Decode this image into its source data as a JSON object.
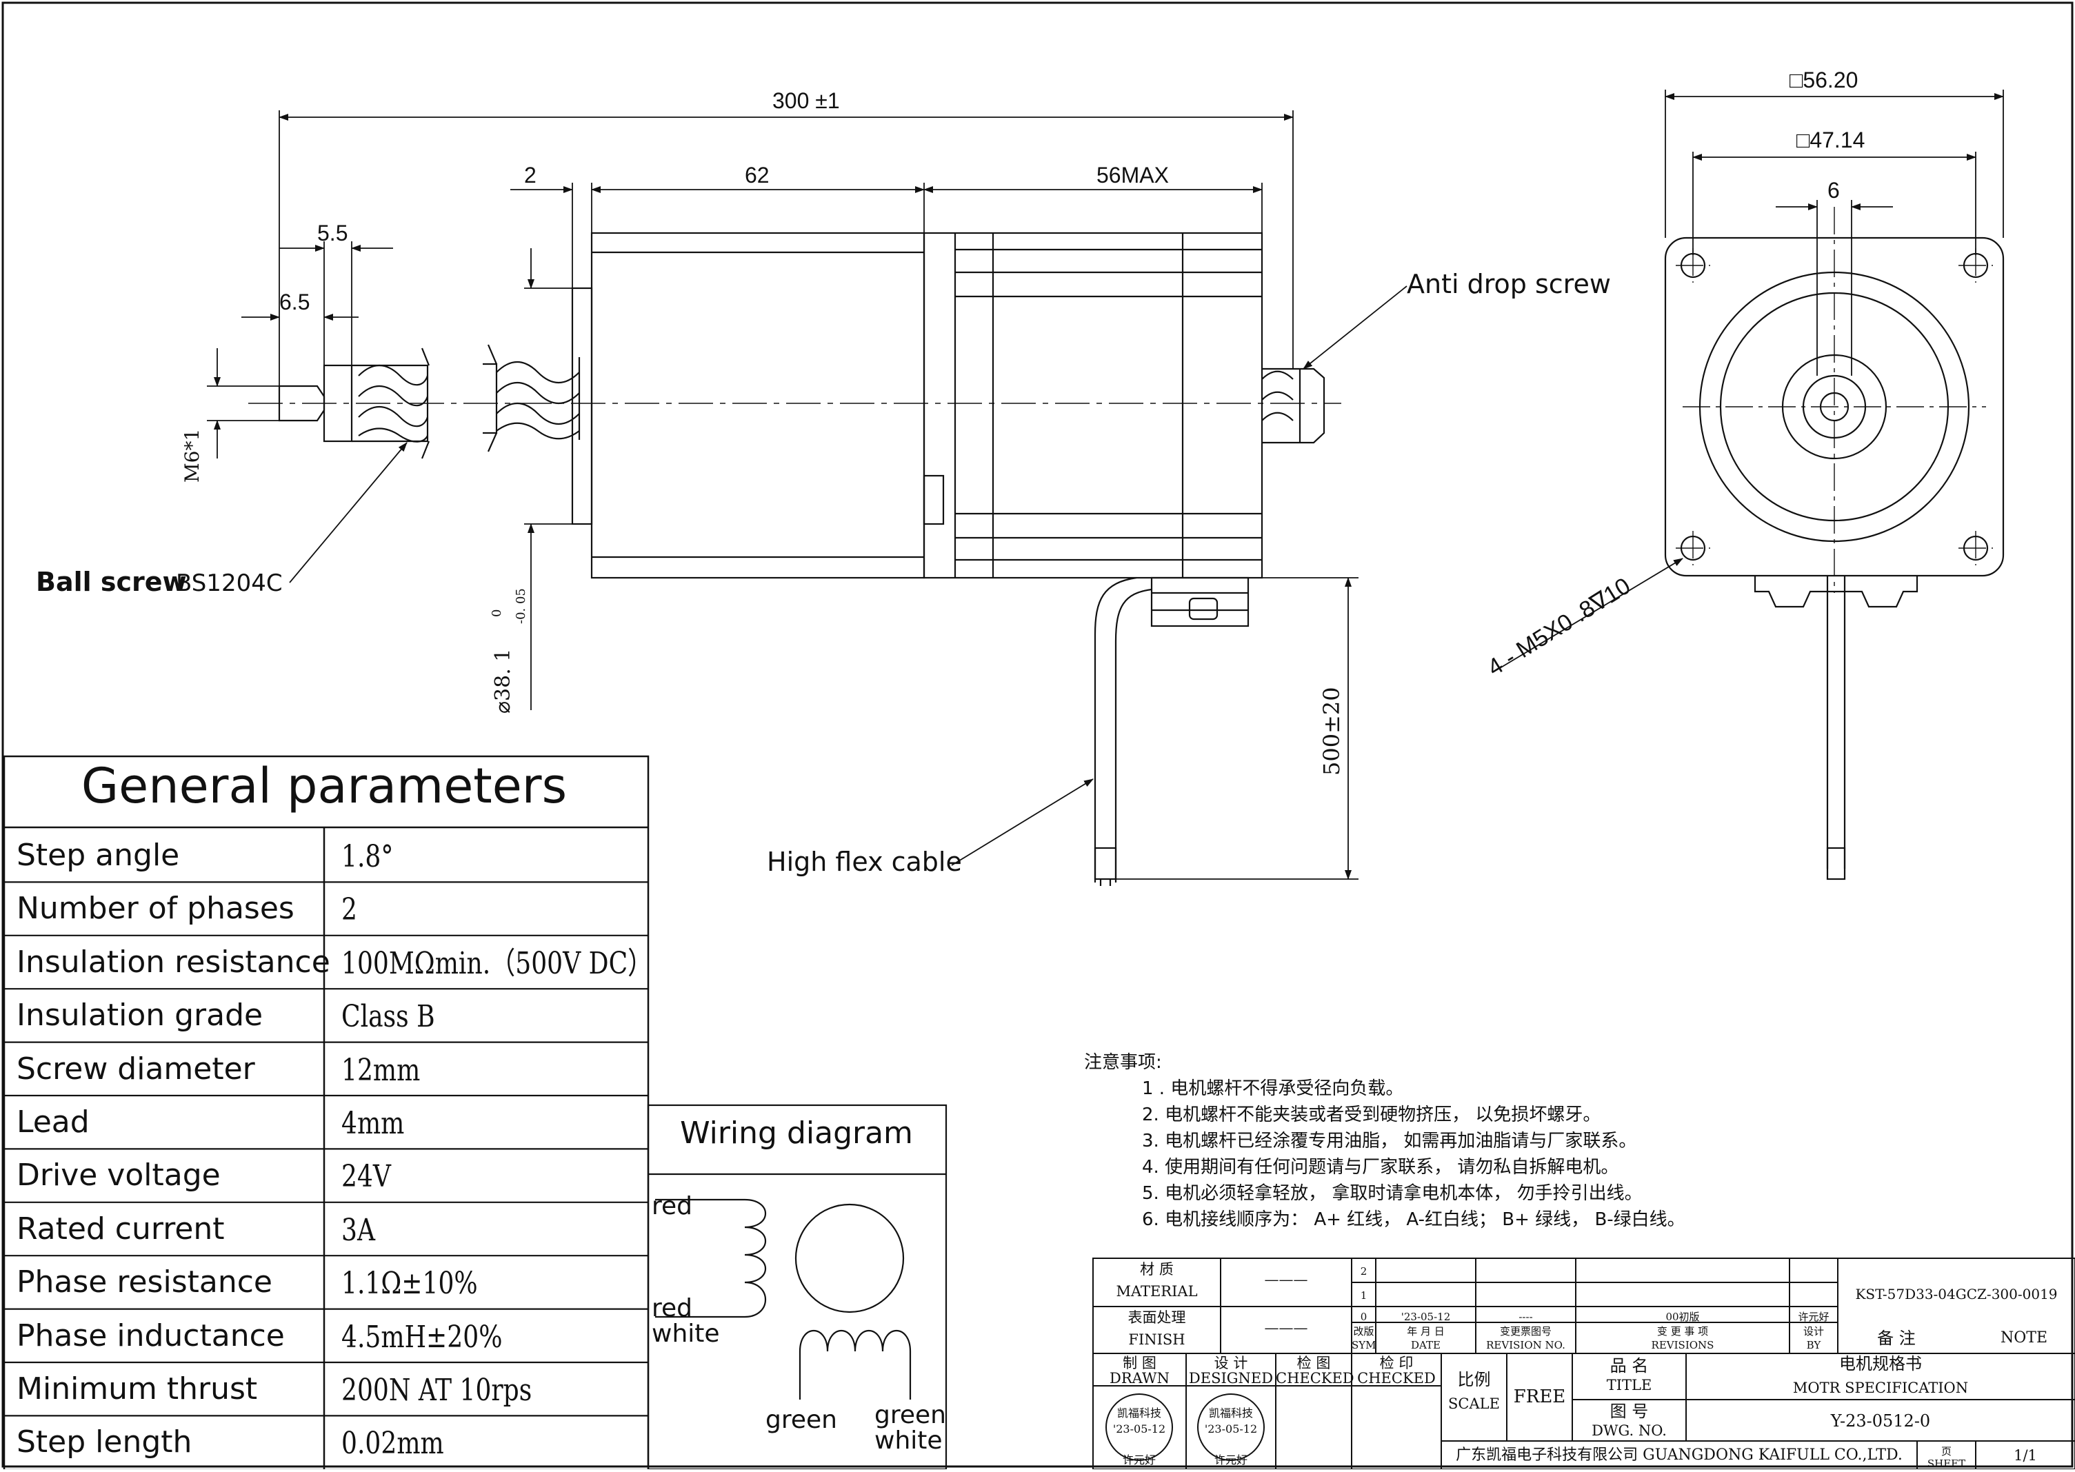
{
  "drawing": {
    "dimensions": {
      "overall_length": "300 ±1",
      "flange_thickness": "2",
      "body_length": "62",
      "rear_max": "56MAX",
      "end_length_a": "5.5",
      "end_length_b": "6.5",
      "thread": "M6*1",
      "pilot_diameter": "⌀38. 1",
      "pilot_tol_upper": "0",
      "pilot_tol_lower": "-0. 05",
      "cable_length": "500±20",
      "square_outer": "□56.20",
      "square_inner": "□47.14",
      "shaft_flat": "6",
      "mounting_holes": "4 - M5X0 .8∇10"
    },
    "callouts": {
      "ball_screw_bold": "Ball screw",
      "ball_screw_model": "BS1204C",
      "anti_drop": "Anti drop screw",
      "high_flex": "High flex cable"
    }
  },
  "general_parameters": {
    "title": "General parameters",
    "rows": [
      {
        "name": "Step angle",
        "value": "1.8°"
      },
      {
        "name": "Number of phases",
        "value": "2"
      },
      {
        "name": "Insulation resistance",
        "value": "100MΩmin.（500V DC）"
      },
      {
        "name": "Insulation grade",
        "value": "Class B"
      },
      {
        "name": "Screw diameter",
        "value": "12mm"
      },
      {
        "name": "Lead",
        "value": "4mm"
      },
      {
        "name": "Drive voltage",
        "value": "24V"
      },
      {
        "name": "Rated current",
        "value": "3A"
      },
      {
        "name": "Phase resistance",
        "value": "1.1Ω±10%"
      },
      {
        "name": "Phase inductance",
        "value": "4.5mH±20%"
      },
      {
        "name": "Minimum thrust",
        "value": "200N  AT 10rps"
      },
      {
        "name": "Step length",
        "value": "0.02mm"
      }
    ]
  },
  "wiring": {
    "title": "Wiring diagram",
    "red": "red",
    "red_white_1": "red",
    "red_white_2": "white",
    "green": "green",
    "green_white_1": "green",
    "green_white_2": "white"
  },
  "notes": {
    "heading": "注意事项:",
    "items": [
      "1 . 电机螺杆不得承受径向负载。",
      "2. 电机螺杆不能夹装或者受到硬物挤压，  以免损坏螺牙。",
      "3. 电机螺杆已经涂覆专用油脂，  如需再加油脂请与厂家联系。",
      "4. 使用期间有任何问题请与厂家联系，  请勿私自拆解电机。",
      "5. 电机必须轻拿轻放，  拿取时请拿电机本体，  勿手拎引出线。",
      "6. 电机接线顺序为：  A+ 红线，  A-红白线；  B+ 绿线，  B-绿白线。"
    ]
  },
  "title_block": {
    "material_cn": "材  质",
    "material_en": "MATERIAL",
    "material_val": "———",
    "finish_cn": "表面处理",
    "finish_en": "FINISH",
    "finish_val": "———",
    "rev_2": "2",
    "rev_1": "1",
    "rev_0": "0",
    "rev_date": "'23-05-12",
    "rev_dwg": "----",
    "rev_desc": "00初版",
    "rev_by": "许元好",
    "sym_cn": "改版",
    "sym_en": "SYM",
    "date_cn": "年 月 日",
    "date_en": "DATE",
    "revno_cn": "变更票图号",
    "revno_en": "REVISION NO.",
    "revisions_cn": "变  更  事  项",
    "revisions_en": "REVISIONS",
    "by_cn": "设计",
    "by_en": "BY",
    "part_no": "KST-57D33-04GCZ-300-0019",
    "note_cn": "备    注",
    "note_en": "NOTE",
    "drawn_cn": "制  图",
    "drawn_en": "DRAWN",
    "designed_cn": "设  计",
    "designed_en": "DESIGNED",
    "checked1_cn": "检  图",
    "checked1_en": "CHECKED",
    "checked2_cn": "检  印",
    "checked2_en": "CHECKED",
    "scale_cn": "比例",
    "scale_en": "SCALE",
    "scale_val": "FREE",
    "title_cn": "品  名",
    "title_en": "TITLE",
    "title_val_cn": "电机规格书",
    "title_val_en": "MOTR SPECIFICATION",
    "dwg_cn": "图  号",
    "dwg_en": "DWG. NO.",
    "dwg_val": "Y-23-0512-0",
    "company": "广东凯福电子科技有限公司 GUANGDONG KAIFULL CO.,LTD.",
    "sheet_cn": "页",
    "sheet_en": "SHEET",
    "sheet_val": "1/1",
    "stamp_top": "凯福科技",
    "stamp_date": "'23-05-12",
    "stamp_name": "许元好"
  },
  "colors": {
    "line": "#111111",
    "centerline": "#222222",
    "background": "#ffffff"
  }
}
